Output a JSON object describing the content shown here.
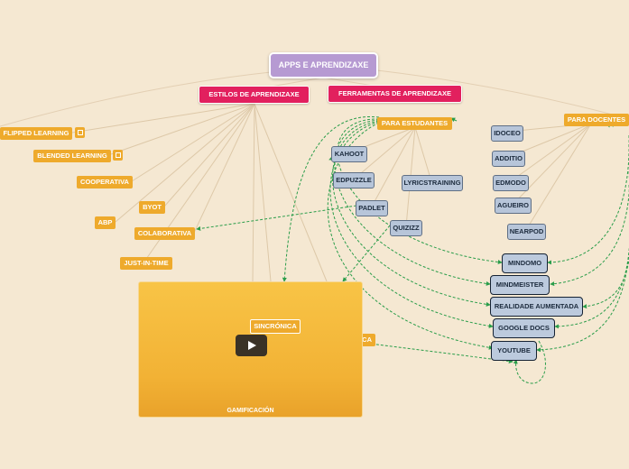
{
  "root": {
    "label": "APPS E APRENDIZAXE"
  },
  "branches": {
    "estilos": "ESTILOS DE APRENDIZAXE",
    "ferramentas": "FERRAMENTAS DE APRENDIZAXE"
  },
  "estilos_items": {
    "flipped": "FLIPPED LEARNING",
    "blended": "BLENDED LEARNING",
    "cooperativa": "COOPERATIVA",
    "byot": "BYOT",
    "abp": "ABP",
    "colaborativa": "COLABORATIVA",
    "jit": "JUST-IN-TIME",
    "sincronica": "SINCRÓNICA",
    "asincronica_partial": "CA"
  },
  "estudantes": {
    "label": "PARA ESTUDANTES",
    "items": {
      "kahoot": "KAHOOT",
      "edpuzzle": "EDPUZZLE",
      "lyrics": "LYRICSTRAINING",
      "padlet": "PADLET",
      "quizizz": "QUIZIZZ"
    }
  },
  "docentes": {
    "label": "PARA DOCENTES",
    "items": {
      "idoceo": "IDOCEO",
      "additio": "ADDITIO",
      "edmodo": "EDMODO",
      "agueiro": "AGUEIRO",
      "nearpod": "NEARPOD"
    }
  },
  "shared": {
    "mindomo": "MINDOMO",
    "mindmeister": "MINDMEISTER",
    "ra": "REALIDADE AUMENTADA",
    "gdocs": "GOOGLE DOCS",
    "youtube": "YOUTUBE"
  },
  "video": {
    "caption": "GAMIFICACIÓN",
    "play_icon": "play-icon"
  },
  "colors": {
    "background": "#f5e8d2",
    "root": "#b69ad2",
    "branch": "#e2205e",
    "leaf": "#eeaa2c",
    "tool": "#b7c5d9",
    "relation": "#2a9d4a"
  }
}
